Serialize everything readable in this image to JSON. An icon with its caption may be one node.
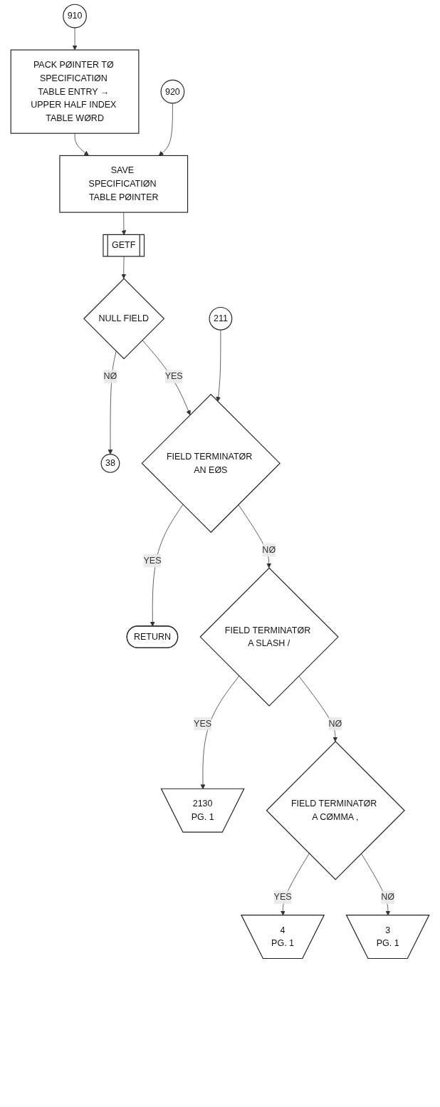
{
  "diagram": {
    "nodes": [
      {
        "text": [
          "910"
        ]
      },
      {
        "text": [
          "PACK PØINTER TØ SPECIFICATIØN TABLE ENTRY → UPPER HALF INDEX TABLE WØRD"
        ]
      },
      {
        "text": [
          "920"
        ]
      },
      {
        "text": [
          "SAVE SPECIFICATIØN TABLE PØINTER"
        ]
      },
      {
        "text": [
          "GETF"
        ]
      },
      {
        "text": [
          "NULL FIELD"
        ]
      },
      {
        "text": [
          "38"
        ]
      },
      {
        "text": [
          "211"
        ]
      },
      {
        "text": [
          "FIELD TERMINATØR AN EØS"
        ]
      },
      {
        "text": [
          "RETURN"
        ]
      },
      {
        "text": [
          "FIELD TERMINATØR A SLASH /"
        ]
      },
      {
        "text": [
          "2130",
          "PG. 1"
        ]
      },
      {
        "text": [
          "FIELD TERMINATØR A CØMMA ,"
        ]
      },
      {
        "text": [
          "4",
          "PG. 1"
        ]
      },
      {
        "text": [
          "3",
          "PG. 1"
        ]
      }
    ],
    "edges": [
      {
        "from": 0,
        "to": 1,
        "arrow": "to"
      },
      {
        "from": 1,
        "to": 3,
        "arrow": "to"
      },
      {
        "from": 2,
        "to": 3,
        "arrow": "to"
      },
      {
        "from": 3,
        "to": 4,
        "arrow": "to"
      },
      {
        "from": 4,
        "to": 5,
        "arrow": "to"
      },
      {
        "from": 5,
        "to": 6,
        "arrow": "to",
        "label": "NØ"
      },
      {
        "from": 5,
        "to": 8,
        "arrow": "to",
        "label": "YES"
      },
      {
        "from": 7,
        "to": 8,
        "arrow": "to"
      },
      {
        "from": 8,
        "to": 9,
        "arrow": "to",
        "label": "YES"
      },
      {
        "from": 8,
        "to": 10,
        "arrow": "to",
        "label": "NØ"
      },
      {
        "from": 10,
        "to": 11,
        "arrow": "to",
        "label": "YES"
      },
      {
        "from": 10,
        "to": 12,
        "arrow": "to",
        "label": "NØ"
      },
      {
        "from": 12,
        "to": 13,
        "arrow": "to",
        "label": "YES"
      },
      {
        "from": 12,
        "to": 14,
        "arrow": "to",
        "label": "NØ"
      }
    ]
  }
}
